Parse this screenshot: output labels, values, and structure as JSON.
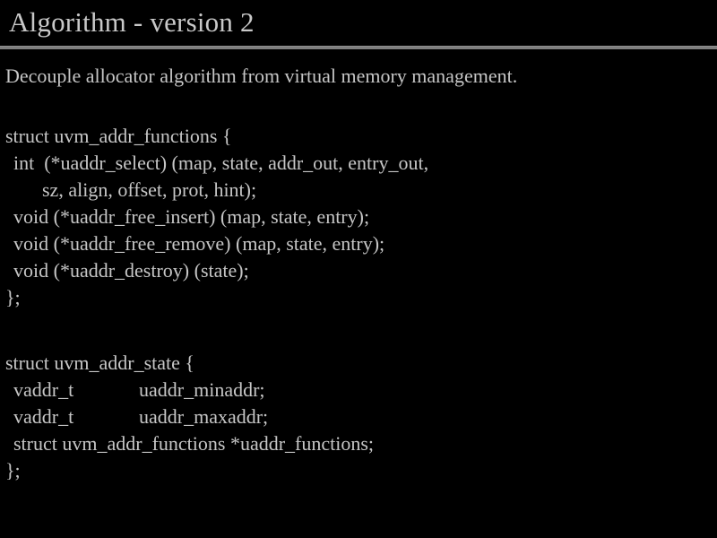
{
  "slide": {
    "title": "Algorithm - version 2",
    "intro": "Decouple allocator algorithm from virtual memory management.",
    "colors": {
      "background": "#000000",
      "text": "#c6c6c6",
      "title": "#c8c8c8",
      "rule": "#7e7e7e"
    },
    "code_block_1": {
      "lines": [
        "struct uvm_addr_functions {",
        "int  (*uaddr_select) (map, state, addr_out, entry_out,",
        "sz, align, offset, prot, hint);",
        "void (*uaddr_free_insert) (map, state, entry);",
        "void (*uaddr_free_remove) (map, state, entry);",
        "void (*uaddr_destroy) (state);",
        "};"
      ]
    },
    "code_block_2": {
      "open": "struct uvm_addr_state {",
      "fields": [
        {
          "type": "vaddr_t",
          "name": "uaddr_minaddr;"
        },
        {
          "type": "vaddr_t",
          "name": "uaddr_maxaddr;"
        }
      ],
      "pointer_field": "struct uvm_addr_functions *uaddr_functions;",
      "close": "};"
    }
  }
}
